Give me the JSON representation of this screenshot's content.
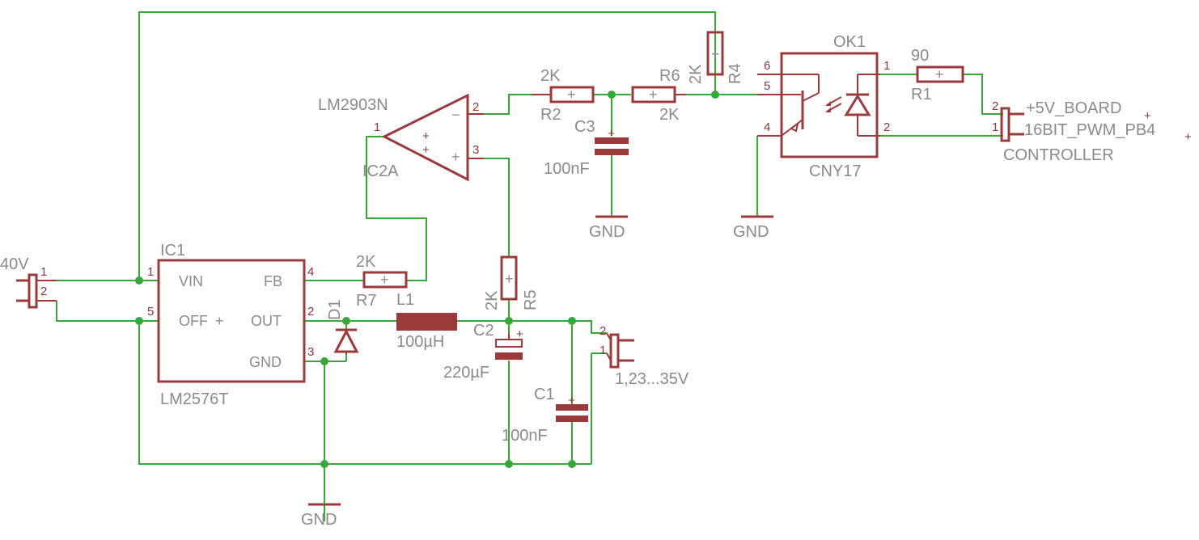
{
  "colors": {
    "background": "#ffffff",
    "wire": "#3aa63a",
    "part": "#9b3a3a",
    "label": "#8a8a8a"
  },
  "power_in": {
    "name": "40V",
    "pins": [
      "1",
      "2"
    ]
  },
  "ic1": {
    "name": "IC1",
    "value": "LM2576T",
    "pins": {
      "vin": "VIN",
      "off": "OFF",
      "fb": "FB",
      "out": "OUT",
      "gnd": "GND",
      "off_mark": "+"
    },
    "pin_numbers": {
      "vin": "1",
      "off": "5",
      "fb": "4",
      "out": "2",
      "gnd": "3"
    }
  },
  "ic2a": {
    "name": "IC2A",
    "value": "LM2903N",
    "pin_numbers": {
      "out": "1",
      "inv": "2",
      "noninv": "3"
    },
    "signs": {
      "inv": "−",
      "noninv": "+",
      "inner_inv": "+",
      "inner_noninv": "+"
    }
  },
  "r7": {
    "name": "R7",
    "value": "2K"
  },
  "l1": {
    "name": "L1",
    "value": "100µH"
  },
  "d1": {
    "name": "D1"
  },
  "r5": {
    "name": "R5",
    "value": "2K"
  },
  "c2": {
    "name": "C2",
    "value": "220µF",
    "mark": "+"
  },
  "c1": {
    "name": "C1",
    "value": "100nF"
  },
  "r2": {
    "name": "R2",
    "value": "2K"
  },
  "r6": {
    "name": "R6",
    "value": "2K"
  },
  "c3": {
    "name": "C3",
    "value": "100nF"
  },
  "r4": {
    "name": "R4",
    "value": "2K"
  },
  "ok1": {
    "name": "OK1",
    "value": "CNY17",
    "pin_numbers": {
      "p6": "6",
      "p5": "5",
      "p4": "4",
      "p1": "1",
      "p2": "2"
    }
  },
  "r1": {
    "name": "R1",
    "value": "90"
  },
  "output": {
    "label": "1,23...35V",
    "pins": [
      "2",
      "1"
    ]
  },
  "controller": {
    "name": "CONTROLLER",
    "pins": [
      "2",
      "1"
    ],
    "signals": [
      "+5V_BOARD",
      "16BIT_PWM_PB4"
    ]
  },
  "ground": {
    "label": "GND"
  },
  "resistor_mark": "+"
}
